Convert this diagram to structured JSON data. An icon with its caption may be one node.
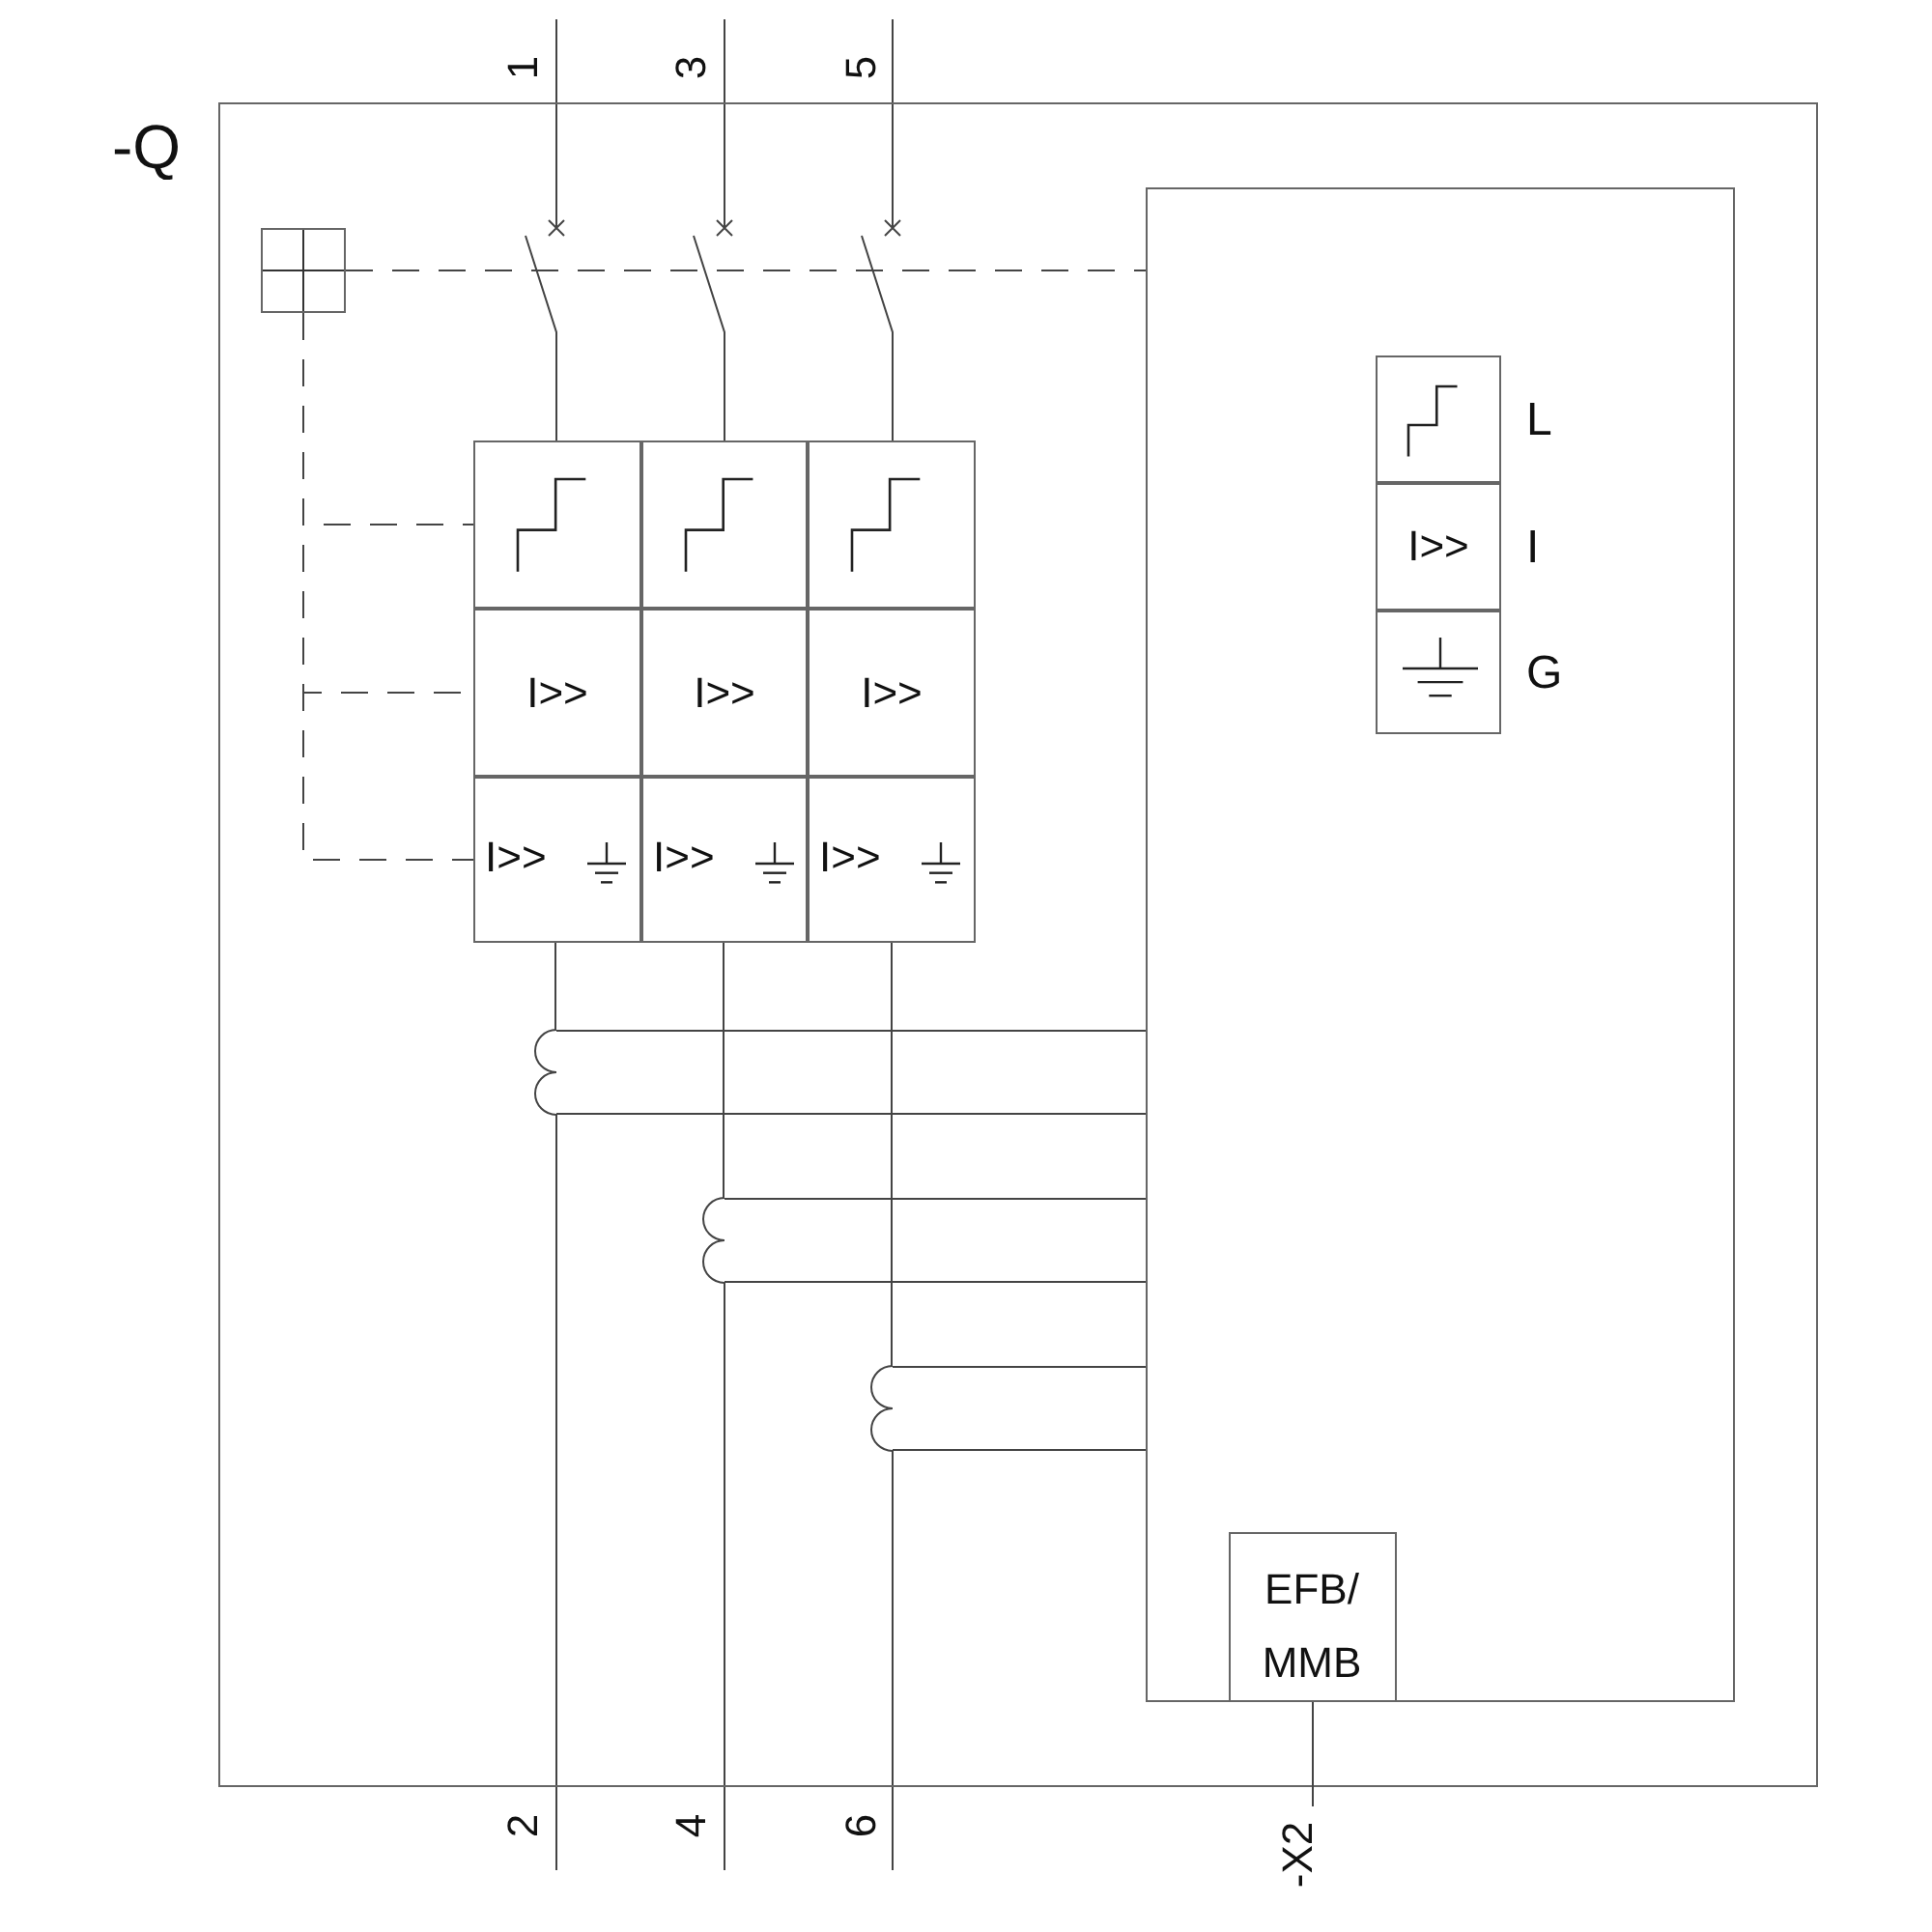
{
  "diagram": {
    "nodes": [
      {
        "text": [
          "-Q"
        ]
      },
      {
        "text": [],
        "shape": "box",
        "in": 0
      },
      {
        "text": [],
        "shape": "box",
        "in": 0
      },
      {
        "text": [],
        "shape": "box",
        "in": 2,
        "beside": [
          "L"
        ]
      },
      {
        "text": [
          "I>>"
        ],
        "in": 2,
        "beside": [
          "I"
        ]
      },
      {
        "text": [],
        "shape": "box",
        "in": 2,
        "beside": [
          "G"
        ]
      },
      {
        "text": [],
        "shape": "box",
        "in": 0
      },
      {
        "text": [],
        "shape": "box",
        "in": 6
      },
      {
        "text": [],
        "shape": "box",
        "in": 6
      },
      {
        "text": [],
        "shape": "box",
        "in": 6
      },
      {
        "text": [
          "I>>"
        ],
        "in": 6
      },
      {
        "text": [
          "I>>"
        ],
        "in": 6
      },
      {
        "text": [
          "I>>"
        ],
        "in": 6
      },
      {
        "text": [
          "I>>"
        ],
        "in": 6
      },
      {
        "text": [
          "I>>"
        ],
        "in": 6
      },
      {
        "text": [
          "I>>"
        ],
        "in": 6
      },
      {
        "text": [
          "EFB/ MMB"
        ],
        "in": 2
      },
      {
        "text": [
          "-X2"
        ]
      },
      {
        "text": [],
        "shape": "coil",
        "in": 0
      },
      {
        "text": [],
        "shape": "coil",
        "in": 0
      },
      {
        "text": [],
        "shape": "coil",
        "in": 0
      }
    ],
    "edges": [
      {
        "from": 1,
        "to": 2,
        "arrow": "none",
        "style": "dashed"
      },
      {
        "from": 1,
        "to": 7,
        "arrow": "none",
        "style": "dashed"
      },
      {
        "from": 1,
        "to": 10,
        "arrow": "none",
        "style": "dashed"
      },
      {
        "from": 1,
        "to": 13,
        "arrow": "none",
        "style": "dashed"
      },
      {
        "from": 16,
        "to": 17,
        "arrow": "none"
      },
      {
        "from": 13,
        "to": 18,
        "arrow": "none"
      },
      {
        "from": 18,
        "to": 2,
        "arrow": "none"
      },
      {
        "from": 14,
        "to": 19,
        "arrow": "none"
      },
      {
        "from": 19,
        "to": 2,
        "arrow": "none"
      },
      {
        "from": 15,
        "to": 20,
        "arrow": "none"
      },
      {
        "from": 20,
        "to": 2,
        "arrow": "none"
      }
    ],
    "labels": [
      "1",
      "3",
      "5",
      "2",
      "4",
      "6"
    ]
  }
}
